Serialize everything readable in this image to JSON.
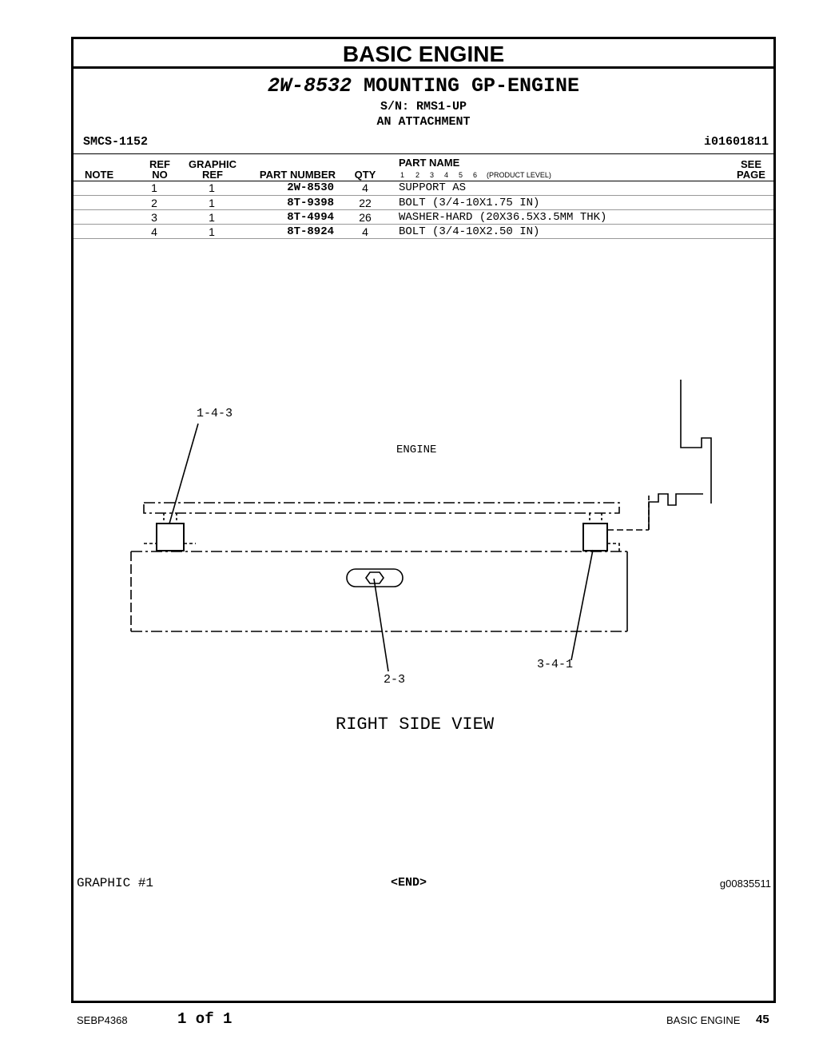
{
  "header": {
    "section_title": "BASIC ENGINE",
    "group_part_number": "2W-8532",
    "group_name": "MOUNTING GP-ENGINE",
    "serial_range": "S/N: RMS1-UP",
    "attachment_note": "AN ATTACHMENT",
    "smcs": "SMCS-1152",
    "info_id": "i01601811"
  },
  "table": {
    "headers": {
      "note": "NOTE",
      "ref_top": "REF",
      "ref_bottom": "NO",
      "graphic_top": "GRAPHIC",
      "graphic_bottom": "REF",
      "part_number": "PART NUMBER",
      "qty": "QTY",
      "part_name": "PART NAME",
      "product_levels": [
        "1",
        "2",
        "3",
        "4",
        "5",
        "6"
      ],
      "product_level_label": "(PRODUCT LEVEL)",
      "see_top": "SEE",
      "see_bottom": "PAGE"
    },
    "rows": [
      {
        "ref": "1",
        "graphic_ref": "1",
        "part_number": "2W-8530",
        "qty": "4",
        "name": "SUPPORT AS"
      },
      {
        "ref": "2",
        "graphic_ref": "1",
        "part_number": "8T-9398",
        "qty": "22",
        "name": "BOLT (3/4-10X1.75 IN)"
      },
      {
        "ref": "3",
        "graphic_ref": "1",
        "part_number": "8T-4994",
        "qty": "26",
        "name": "WASHER-HARD (20X36.5X3.5MM THK)"
      },
      {
        "ref": "4",
        "graphic_ref": "1",
        "part_number": "8T-8924",
        "qty": "4",
        "name": "BOLT (3/4-10X2.50 IN)"
      }
    ]
  },
  "graphic": {
    "callout_1": "1-4-3",
    "engine_label": "ENGINE",
    "callout_2": "2-3",
    "callout_3": "3-4-1",
    "view_label": "RIGHT SIDE VIEW",
    "graphic_number": "GRAPHIC #1",
    "end_marker": "<END>",
    "graphic_id": "g00835511"
  },
  "footer": {
    "doc_id": "SEBP4368",
    "page_count": "1 of 1",
    "section": "BASIC ENGINE",
    "page_number": "45"
  }
}
